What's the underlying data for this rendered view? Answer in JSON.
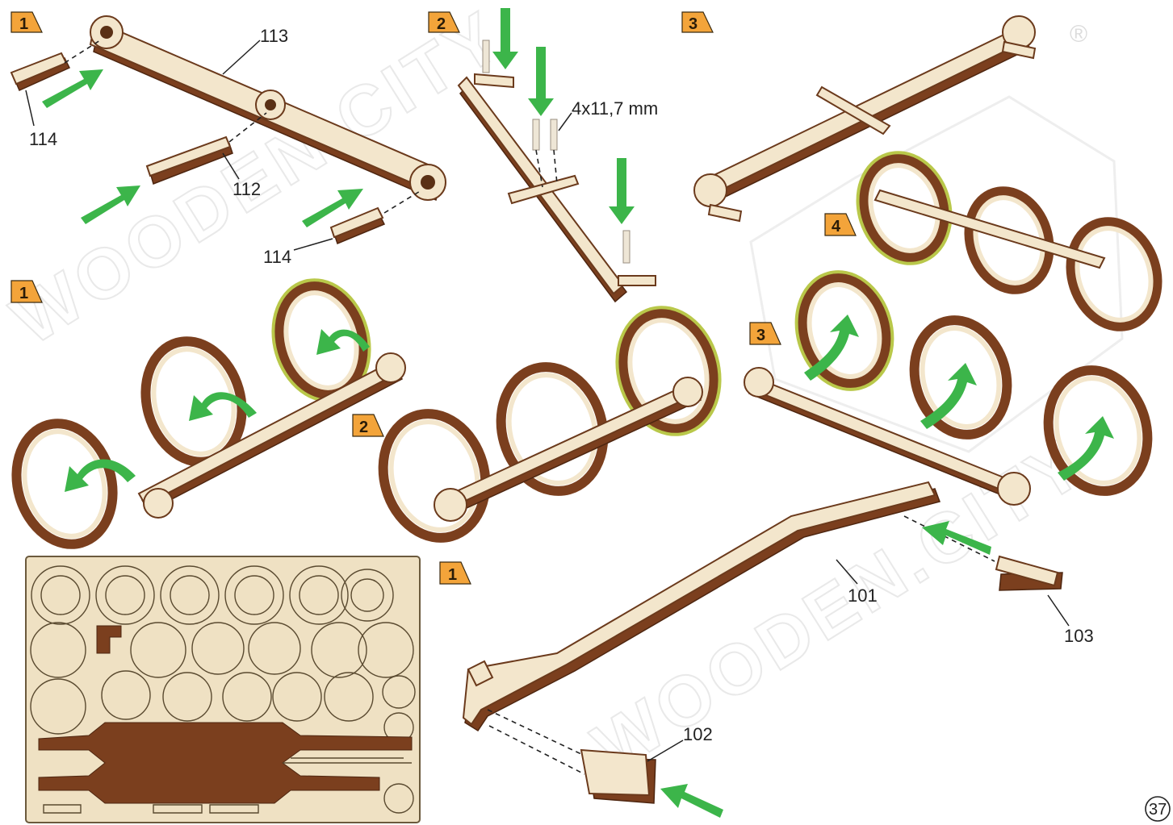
{
  "steps": {
    "top_left": "1",
    "top_middle": "2",
    "top_right": "3",
    "right_middle": "4",
    "wheels_1": "1",
    "wheels_2": "2",
    "wheels_3": "3",
    "frame_1": "1"
  },
  "part_labels": {
    "p113": "113",
    "p114_a": "114",
    "p112": "112",
    "p114_b": "114",
    "p101": "101",
    "p103": "103",
    "p102": "102"
  },
  "pin_size": "4x11,7 mm",
  "page_number": "37",
  "watermark": {
    "brand_text": "WOODEN.CITY",
    "registered_mark": "®"
  },
  "colors": {
    "step_badge": "#f3a43a",
    "arrow_green": "#3cb54a",
    "wood_light": "#f3e6cc",
    "wood_dark": "#7b3f1e",
    "tire": "#b9c84a"
  }
}
